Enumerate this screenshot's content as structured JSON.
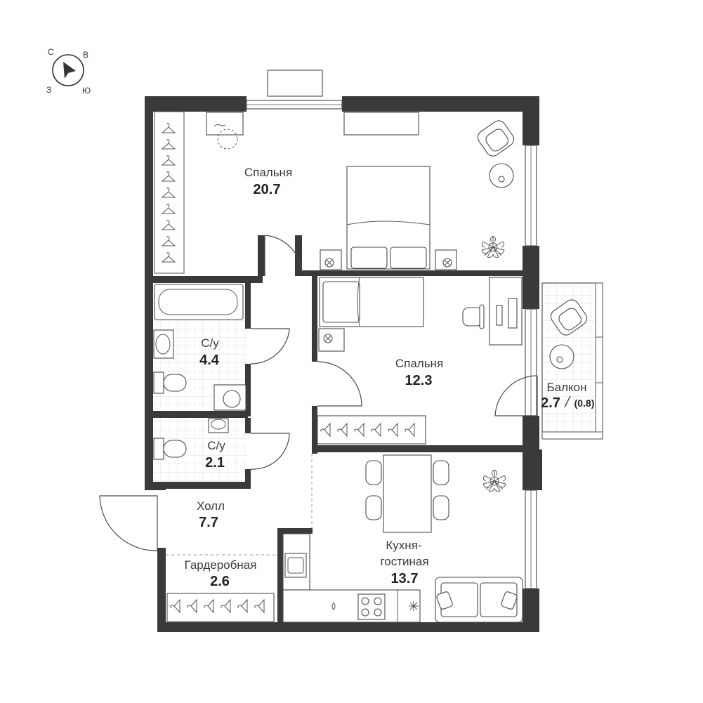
{
  "compass": {
    "north": "С",
    "east": "В",
    "south": "Ю",
    "west": "З"
  },
  "rooms": {
    "bedroom_large": {
      "name": "Спальня",
      "area": "20.7"
    },
    "bathroom_large": {
      "name": "С/у",
      "area": "4.4"
    },
    "bathroom_small": {
      "name": "С/у",
      "area": "2.1"
    },
    "bedroom_small": {
      "name": "Спальня",
      "area": "12.3"
    },
    "balcony": {
      "name": "Балкон",
      "area": "2.7",
      "reduced_area": "(0.8)"
    },
    "hall": {
      "name": "Холл",
      "area": "7.7"
    },
    "wardrobe": {
      "name": "Гардеробная",
      "area": "2.6"
    },
    "kitchen_living": {
      "name_line1": "Кухня-",
      "name_line2": "гостиная",
      "area": "13.7"
    }
  }
}
